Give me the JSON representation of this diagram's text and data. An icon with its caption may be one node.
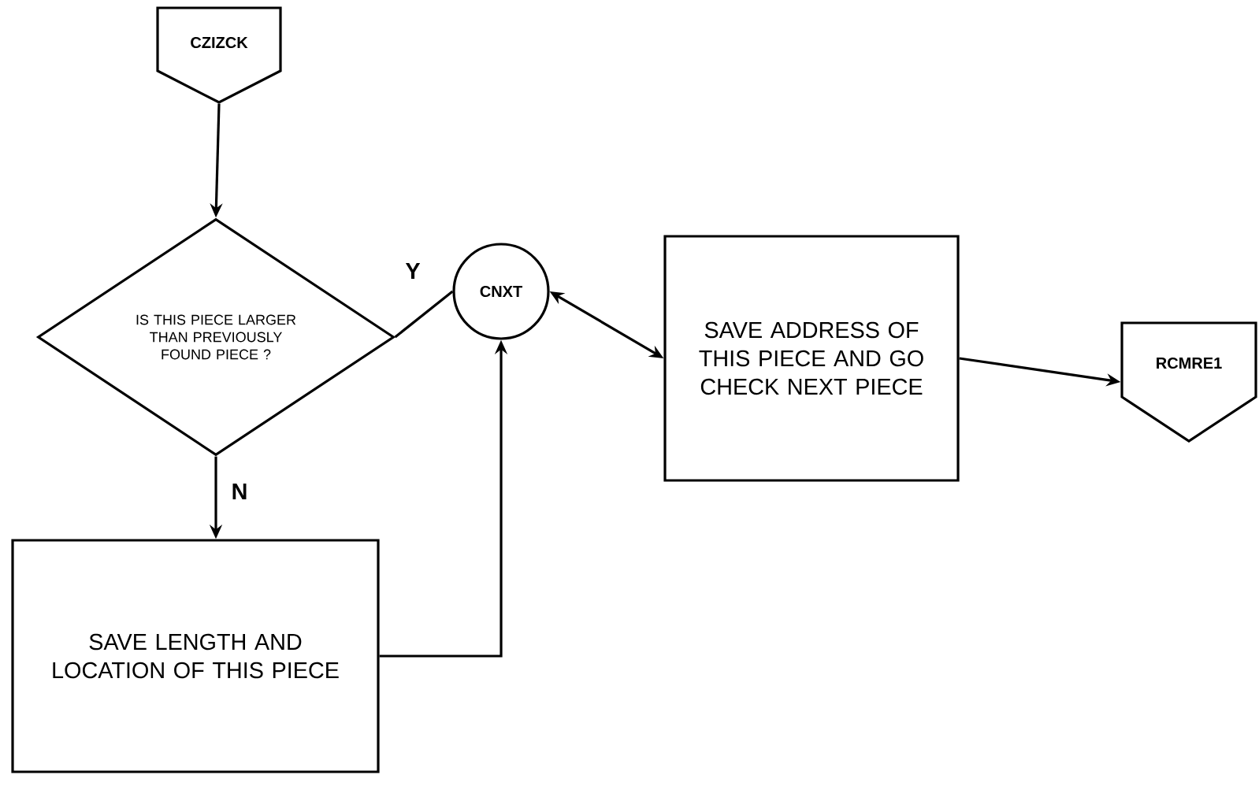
{
  "diagram": {
    "nodes": [
      {
        "text": [
          "CZIZCK"
        ]
      },
      {
        "text": [
          "IS THIS PIECE LARGER THAN PREVIOUSLY FOUND PIECE ?"
        ]
      },
      {
        "text": [
          "CNXT"
        ]
      },
      {
        "text": [
          "SAVE ADDRESS OF THIS PIECE AND GO CHECK NEXT PIECE"
        ]
      },
      {
        "text": [
          "RCMRE1"
        ]
      },
      {
        "text": [
          "SAVE LENGTH AND LOCATION OF THIS PIECE"
        ]
      }
    ],
    "edges": [
      {
        "from": 0,
        "to": 1,
        "arrow": "to"
      },
      {
        "from": 1,
        "to": 2,
        "arrow": "none",
        "label": "Y"
      },
      {
        "from": 1,
        "to": 5,
        "arrow": "to",
        "label": "N"
      },
      {
        "from": 5,
        "to": 2,
        "arrow": "to"
      },
      {
        "from": 2,
        "to": 3,
        "arrow": "both"
      },
      {
        "from": 3,
        "to": 4,
        "arrow": "to"
      }
    ]
  }
}
